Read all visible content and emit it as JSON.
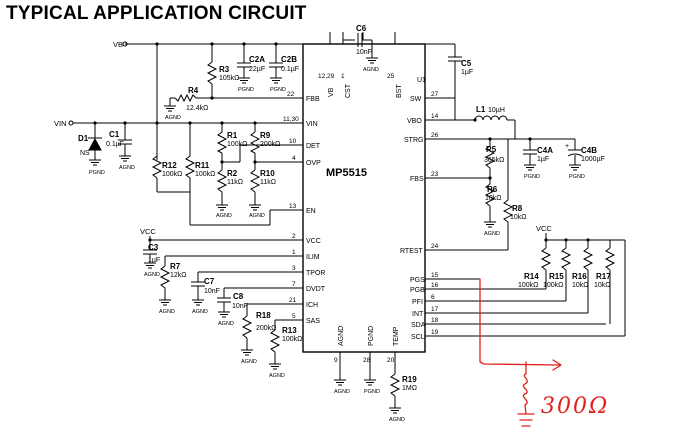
{
  "title": "TYPICAL APPLICATION CIRCUIT",
  "ic": {
    "name": "MP5515",
    "ref": "U1",
    "pins": {
      "vb": {
        "name": "VB",
        "num": "12,29"
      },
      "cst": {
        "name": "CST",
        "num": "1"
      },
      "bst": {
        "name": "BST",
        "num": "25"
      },
      "fbb": {
        "name": "FBB",
        "num": "22"
      },
      "vin": {
        "name": "VIN",
        "num": "11,30"
      },
      "det": {
        "name": "DET",
        "num": "10"
      },
      "ovp": {
        "name": "OVP",
        "num": "4"
      },
      "en": {
        "name": "EN",
        "num": "13"
      },
      "vcc": {
        "name": "VCC",
        "num": "2"
      },
      "ilim": {
        "name": "ILIM",
        "num": "1"
      },
      "tpor": {
        "name": "TPOR",
        "num": "3"
      },
      "dvdt": {
        "name": "DVDT",
        "num": "7"
      },
      "ich": {
        "name": "ICH",
        "num": "21"
      },
      "sas": {
        "name": "SAS",
        "num": "5"
      },
      "agnd": {
        "name": "AGND",
        "num": "9"
      },
      "pgnd": {
        "name": "PGND",
        "num": "28"
      },
      "temp": {
        "name": "TEMP",
        "num": "20"
      },
      "sw": {
        "name": "SW",
        "num": "27"
      },
      "vbo": {
        "name": "VBO",
        "num": "14"
      },
      "strg": {
        "name": "STRG",
        "num": "26"
      },
      "fbs": {
        "name": "FBS",
        "num": "23"
      },
      "rtest": {
        "name": "RTEST",
        "num": "24"
      },
      "pgs": {
        "name": "PGS",
        "num": "15"
      },
      "pgb": {
        "name": "PGB",
        "num": "16"
      },
      "pfi": {
        "name": "PFI",
        "num": "6"
      },
      "int": {
        "name": "INT",
        "num": "17"
      },
      "sda": {
        "name": "SDA",
        "num": "18"
      },
      "scl": {
        "name": "SCL",
        "num": "19"
      }
    }
  },
  "nets": {
    "vb": "VB",
    "vin": "VIN",
    "vcc_left": "VCC",
    "vcc_right": "VCC"
  },
  "grounds": {
    "pgnd": "PGND",
    "agnd": "AGND"
  },
  "parts": {
    "c6": {
      "ref": "C6",
      "value": "10nF"
    },
    "c5": {
      "ref": "C5",
      "value": "1µF"
    },
    "c2a": {
      "ref": "C2A",
      "value": "22µF"
    },
    "c2b": {
      "ref": "C2B",
      "value": "0.1µF"
    },
    "r3": {
      "ref": "R3",
      "value": "105kΩ"
    },
    "r4": {
      "ref": "R4",
      "value": "12.4kΩ"
    },
    "d1": {
      "ref": "D1",
      "value": "NS"
    },
    "c1": {
      "ref": "C1",
      "value": "0.1µF"
    },
    "r1": {
      "ref": "R1",
      "value": "100kΩ"
    },
    "r9": {
      "ref": "R9",
      "value": "200kΩ"
    },
    "r2": {
      "ref": "R2",
      "value": "11kΩ"
    },
    "r10": {
      "ref": "R10",
      "value": "11kΩ"
    },
    "r12": {
      "ref": "R12",
      "value": "100kΩ"
    },
    "r11": {
      "ref": "R11",
      "value": "100kΩ"
    },
    "c3": {
      "ref": "C3",
      "value": "1µF"
    },
    "r7": {
      "ref": "R7",
      "value": "12kΩ"
    },
    "c7": {
      "ref": "C7",
      "value": "10nF"
    },
    "c8": {
      "ref": "C8",
      "value": "10nF"
    },
    "r18": {
      "ref": "R18",
      "value": "200kΩ"
    },
    "r13": {
      "ref": "R13",
      "value": "100kΩ"
    },
    "r19": {
      "ref": "R19",
      "value": "1MΩ"
    },
    "l1": {
      "ref": "L1",
      "value": "10µH"
    },
    "c4a": {
      "ref": "C4A",
      "value": "1µF"
    },
    "c4b": {
      "ref": "C4B",
      "value": "1000µF"
    },
    "r5": {
      "ref": "R5",
      "value": "365kΩ"
    },
    "r6": {
      "ref": "R6",
      "value": "10kΩ"
    },
    "r8": {
      "ref": "R8",
      "value": "10kΩ"
    },
    "r14": {
      "ref": "R14",
      "value": "100kΩ"
    },
    "r15": {
      "ref": "R15",
      "value": "100kΩ"
    },
    "r16": {
      "ref": "R16",
      "value": "10kΩ"
    },
    "r17": {
      "ref": "R17",
      "value": "10kΩ"
    }
  },
  "annotation": {
    "text": "300Ω",
    "color": "#e0201a"
  }
}
